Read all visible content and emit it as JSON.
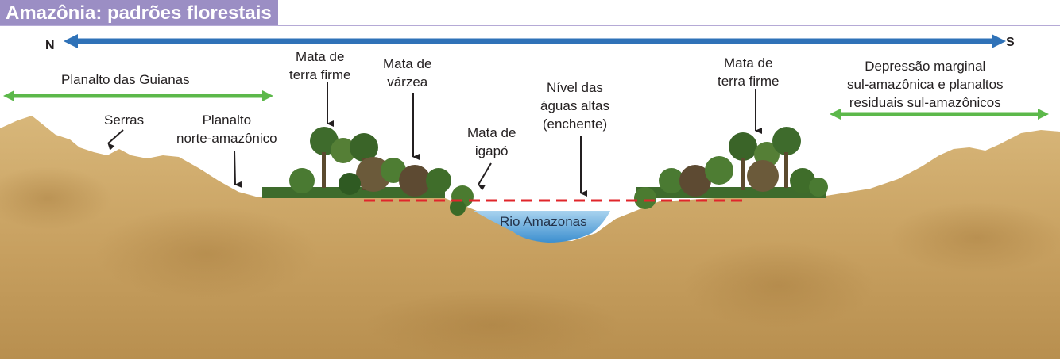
{
  "title": "Amazônia: padrões florestais",
  "compass": {
    "north": "N",
    "south": "S"
  },
  "labels": {
    "planalto_guianas": "Planalto das Guianas",
    "serras": "Serras",
    "planalto_norte": "Planalto\nnorte-amazônico",
    "mata_terra_firme_left": "Mata de\nterra firme",
    "mata_varzea": "Mata de\nvárzea",
    "mata_igapo": "Mata de\nigapó",
    "nivel_aguas": "Nível das\náguas altas\n(enchente)",
    "mata_terra_firme_right": "Mata de\nterra firme",
    "depressao": "Depressão marginal\nsul-amazônica e planaltos\nresiduais sul-amazônicos",
    "rio": "Rio Amazonas"
  },
  "colors": {
    "title_bg": "#9b8ec4",
    "ns_arrow": "#2f72b8",
    "region_arrow": "#5cb84a",
    "flood_line": "#e0262b",
    "terrain": "#c9a262",
    "water": "#5aa6d8",
    "forest": "#3e6b2c"
  },
  "icons": [
    "arrow-left-right-icon",
    "arrow-down-icon",
    "tree-icon"
  ]
}
